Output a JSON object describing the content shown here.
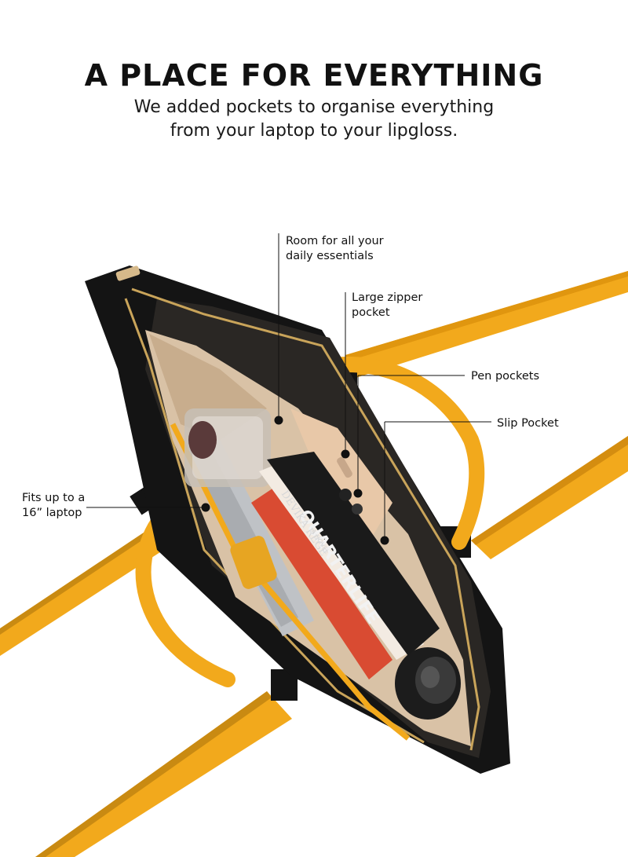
{
  "header": {
    "title": "A PLACE FOR EVERYTHING",
    "subtitle_line1": "We added pockets to organise everything",
    "subtitle_line2": "from your laptop to your lipgloss."
  },
  "callouts": {
    "room": [
      "Room for all your",
      "daily essentials"
    ],
    "zipper": [
      "Large zipper",
      "pocket"
    ],
    "pen": "Pen pockets",
    "slip": "Slip Pocket",
    "laptop": [
      "Fits up to a",
      "16” laptop"
    ]
  },
  "book": {
    "title": "QUARTERLIFE",
    "author": "DEVIKA REGE",
    "tag": "A NOVEL"
  },
  "colors": {
    "bag_black": "#141414",
    "strap_yellow": "#f2a91c",
    "lining": "#d9c2a6",
    "zipper_gold": "#c9a45a"
  }
}
